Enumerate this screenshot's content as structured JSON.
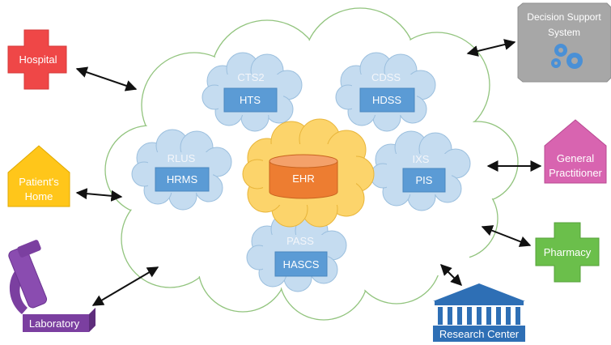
{
  "colors": {
    "outer_cloud_stroke": "#92c47e",
    "service_cloud_fill": "#c5dcf0",
    "service_cloud_stroke": "#9bbfde",
    "service_box": "#5b9bd5",
    "ehr_cloud_fill": "#fcd46b",
    "ehr_cylinder": "#ed7d31",
    "hospital": "#ef4747",
    "patients_home": "#ffc61a",
    "laboratory": "#7b3fa0",
    "decision_support": "#a7a7a7",
    "general_practitioner": "#d864b0",
    "pharmacy": "#6bbf4b",
    "research_center": "#2e6fb5"
  },
  "services": [
    {
      "cloud_label": "CTS2",
      "box_label": "HTS"
    },
    {
      "cloud_label": "CDSS",
      "box_label": "HDSS"
    },
    {
      "cloud_label": "RLUS",
      "box_label": "HRMS"
    },
    {
      "cloud_label": "IXS",
      "box_label": "PIS"
    },
    {
      "cloud_label": "PASS",
      "box_label": "HASCS"
    }
  ],
  "center": {
    "label": "EHR"
  },
  "externals": {
    "hospital": {
      "label": "Hospital",
      "icon": "cross-icon"
    },
    "patients_home": {
      "label_line1": "Patient's",
      "label_line2": "Home",
      "icon": "house-icon"
    },
    "laboratory": {
      "label": "Laboratory",
      "icon": "microscope-icon"
    },
    "decision_support": {
      "label_line1": "Decision Support",
      "label_line2": "System",
      "icon": "gears-icon"
    },
    "general_practitioner": {
      "label_line1": "General",
      "label_line2": "Practitioner",
      "icon": "house-icon"
    },
    "pharmacy": {
      "label": "Pharmacy",
      "icon": "cross-icon"
    },
    "research_center": {
      "label": "Research Center",
      "icon": "building-icon"
    }
  }
}
